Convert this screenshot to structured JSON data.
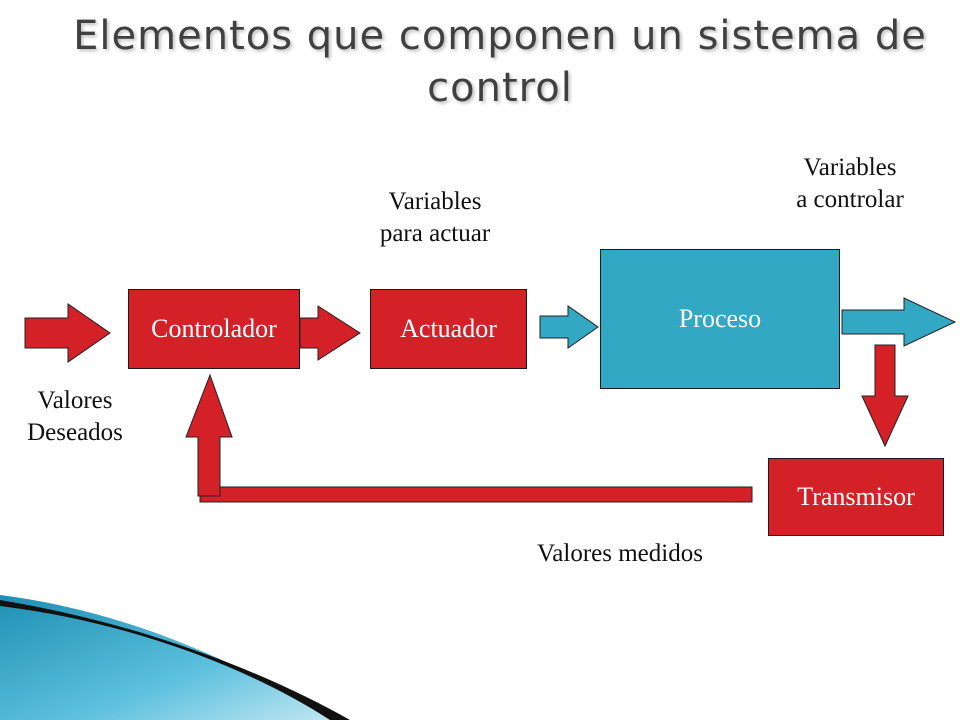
{
  "title": "Elementos que componen un sistema de control",
  "labels": {
    "variables_actuar": "Variables\npara actuar",
    "variables_controlar": "Variables\na  controlar",
    "valores_deseados": "Valores\nDeseados",
    "valores_medidos": "Valores medidos"
  },
  "blocks": {
    "controlador": "Controlador",
    "actuador": "Actuador",
    "proceso": "Proceso",
    "transmisor": "Transmisor"
  },
  "colors": {
    "red": "#d42027",
    "blue": "#32a8c4",
    "title": "#404040"
  }
}
